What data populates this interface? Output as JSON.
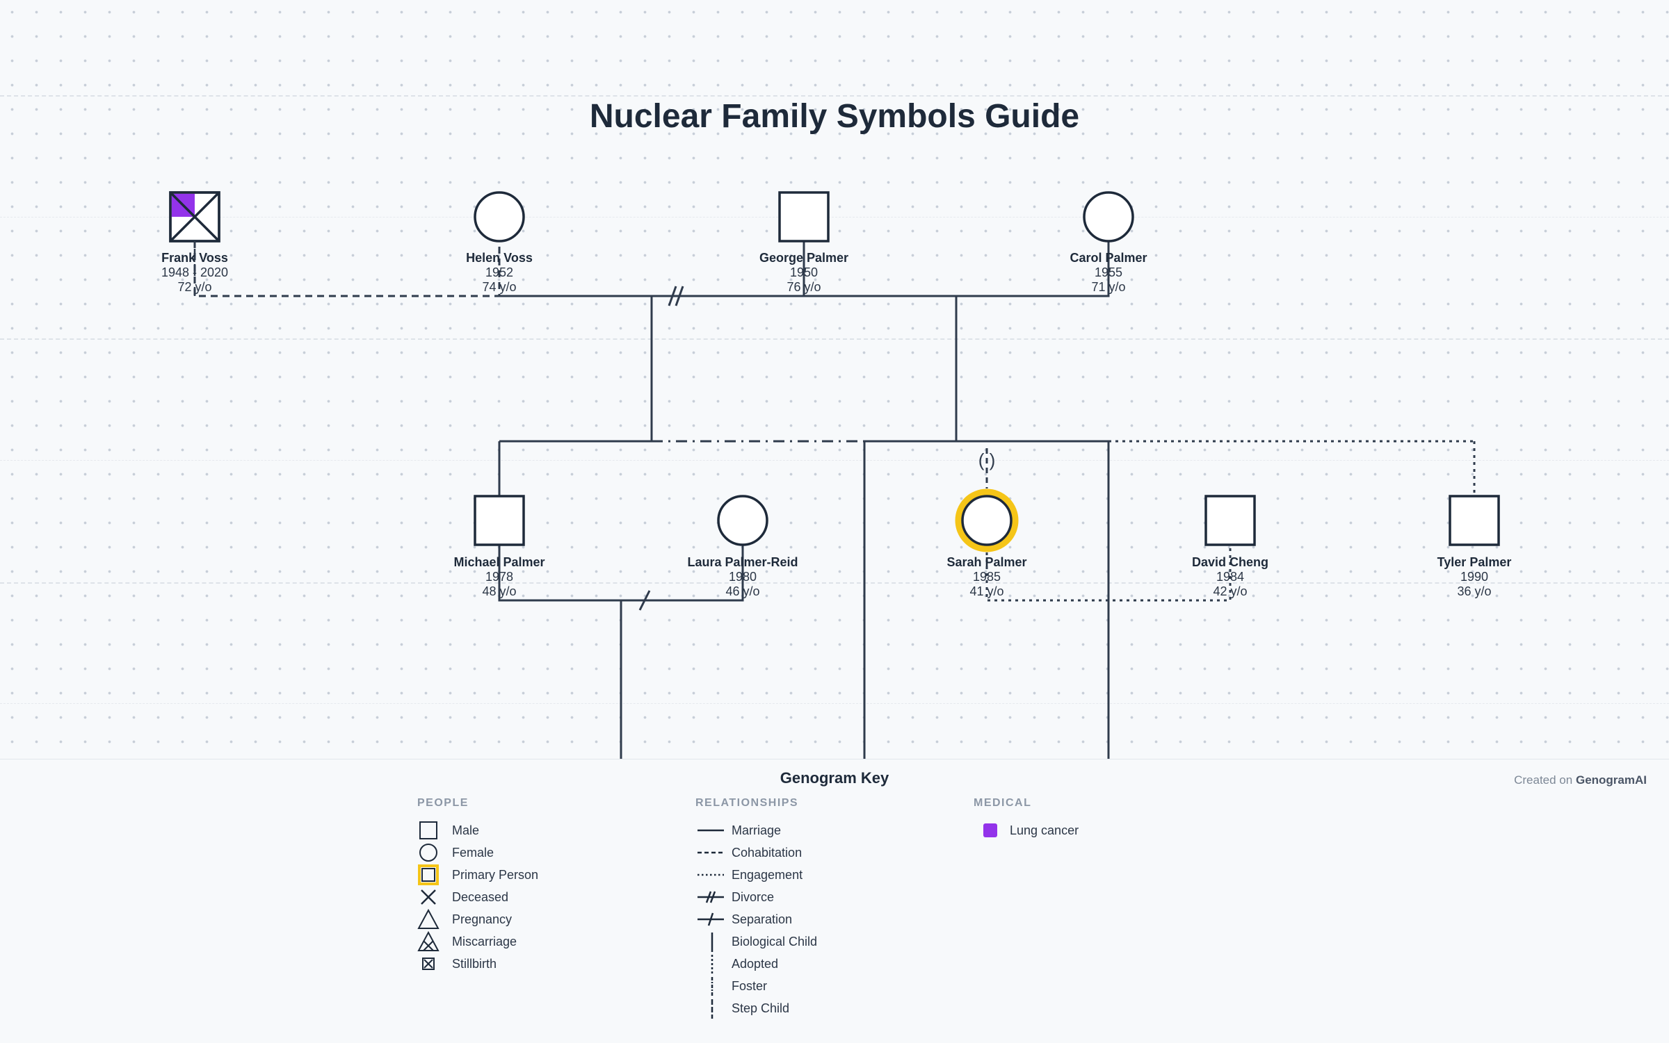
{
  "title": "Nuclear Family Symbols Guide",
  "people": [
    {
      "id": "frank",
      "name": "Frank Voss",
      "years": "1948 - 2020",
      "age": "72 y/o"
    },
    {
      "id": "helen",
      "name": "Helen Voss",
      "years": "1952",
      "age": "74 y/o"
    },
    {
      "id": "george",
      "name": "George Palmer",
      "years": "1950",
      "age": "76 y/o"
    },
    {
      "id": "carol",
      "name": "Carol Palmer",
      "years": "1955",
      "age": "71 y/o"
    },
    {
      "id": "michael",
      "name": "Michael Palmer",
      "years": "1978",
      "age": "48 y/o"
    },
    {
      "id": "laura",
      "name": "Laura Palmer-Reid",
      "years": "1980",
      "age": "46 y/o"
    },
    {
      "id": "sarah",
      "name": "Sarah Palmer",
      "years": "1985",
      "age": "41 y/o"
    },
    {
      "id": "david",
      "name": "David Cheng",
      "years": "1984",
      "age": "42 y/o"
    },
    {
      "id": "tyler",
      "name": "Tyler Palmer",
      "years": "1990",
      "age": "36 y/o"
    }
  ],
  "legend": {
    "title": "Genogram Key",
    "credit_prefix": "Created on",
    "credit_brand": "GenogramAI",
    "people_heading": "PEOPLE",
    "people": [
      "Male",
      "Female",
      "Primary Person",
      "Deceased",
      "Pregnancy",
      "Miscarriage",
      "Stillbirth"
    ],
    "relationships_heading": "RELATIONSHIPS",
    "relationships": [
      "Marriage",
      "Cohabitation",
      "Engagement",
      "Divorce",
      "Separation",
      "Biological Child",
      "Adopted",
      "Foster",
      "Step Child"
    ],
    "medical_heading": "MEDICAL",
    "medical": [
      "Lung cancer"
    ]
  },
  "colors": {
    "line": "#2f3b4c",
    "primary_ring": "#f5c518",
    "condition": "#9333ea"
  }
}
